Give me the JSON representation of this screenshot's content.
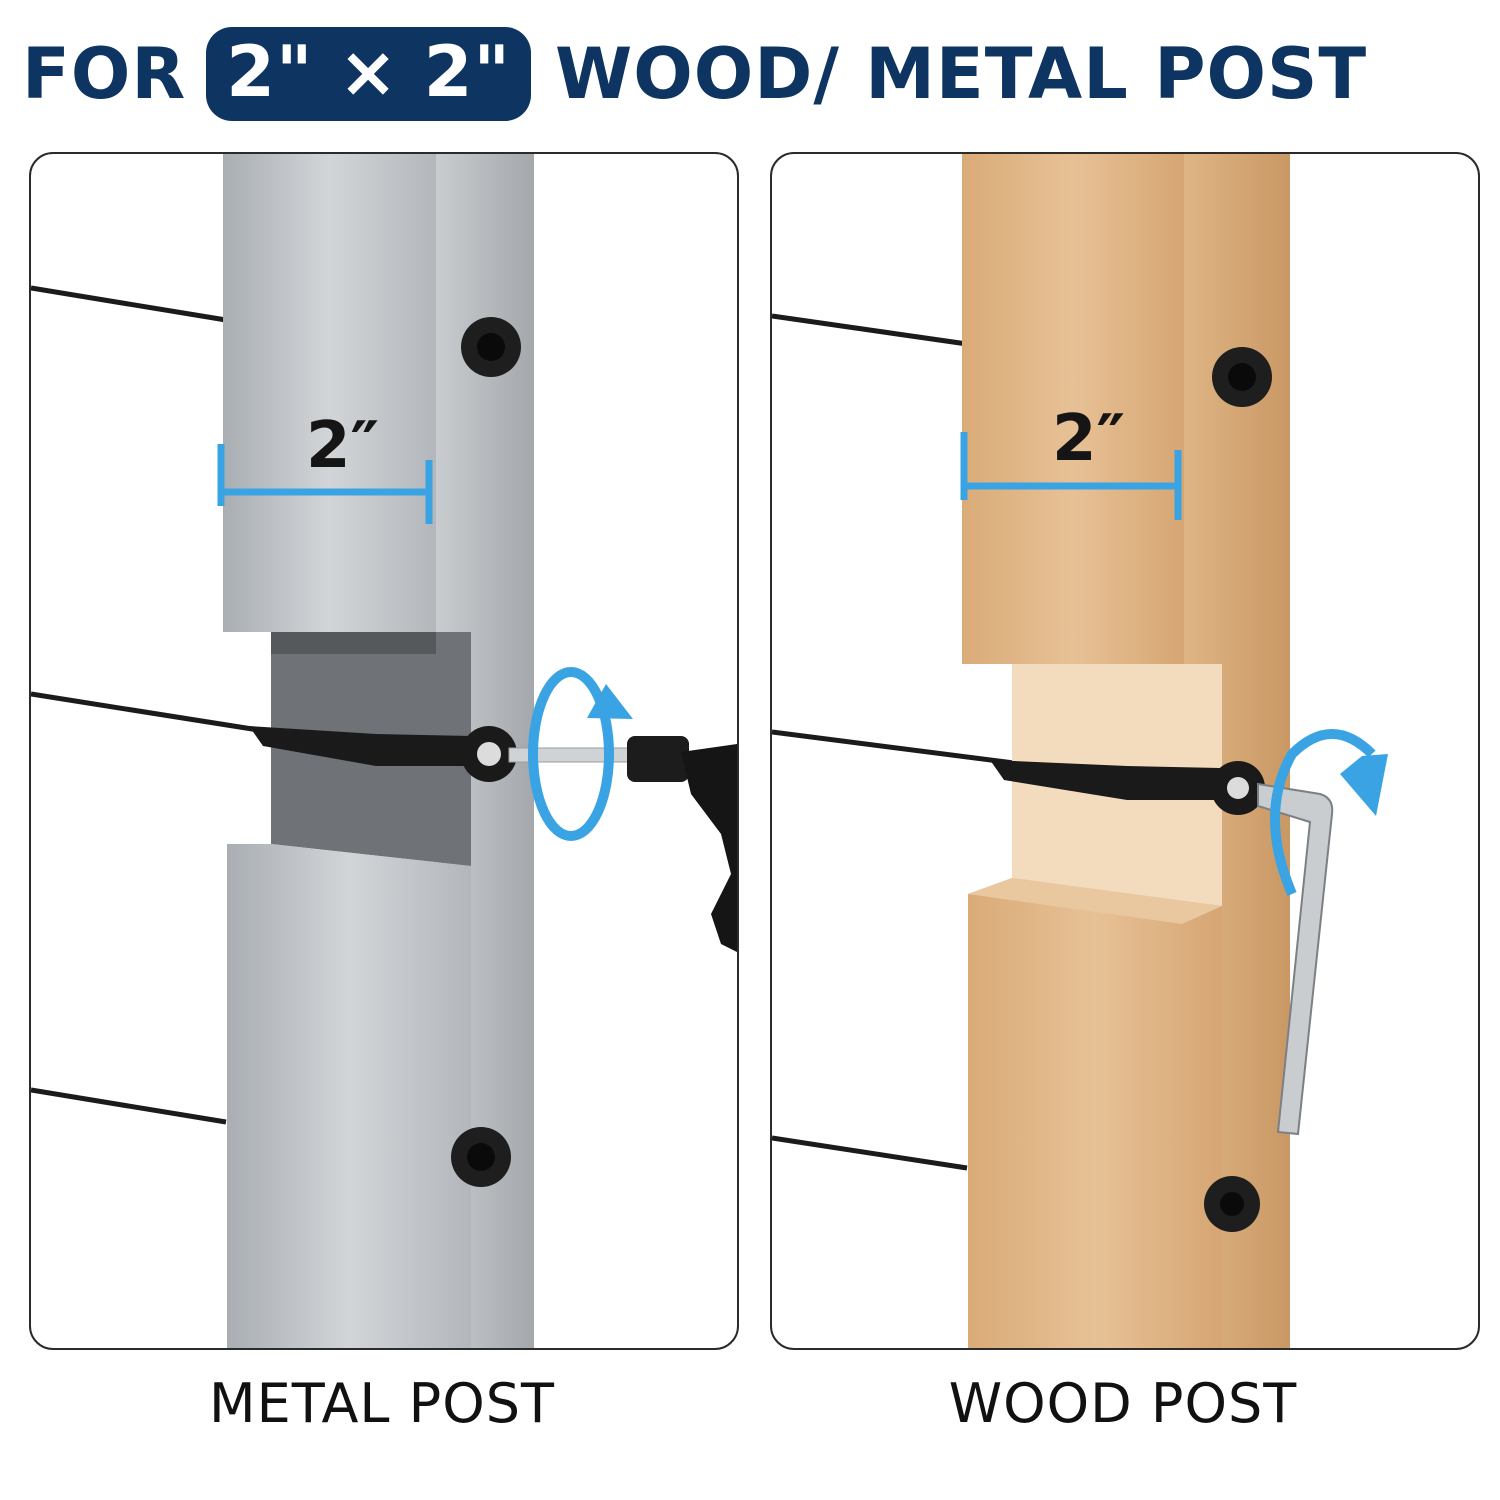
{
  "headline": {
    "prefix": "FOR",
    "size_badge": "2\" × 2\"",
    "suffix": "WOOD/ METAL POST"
  },
  "panels": {
    "metal": {
      "dimension": "2″",
      "caption": "METAL POST"
    },
    "wood": {
      "dimension": "2″",
      "caption": "WOOD POST"
    }
  },
  "colors": {
    "navy": "#0e3461",
    "dimension_blue": "#3aa3e4",
    "metal": "#b8bcc0",
    "wood": "#d8ab78"
  }
}
